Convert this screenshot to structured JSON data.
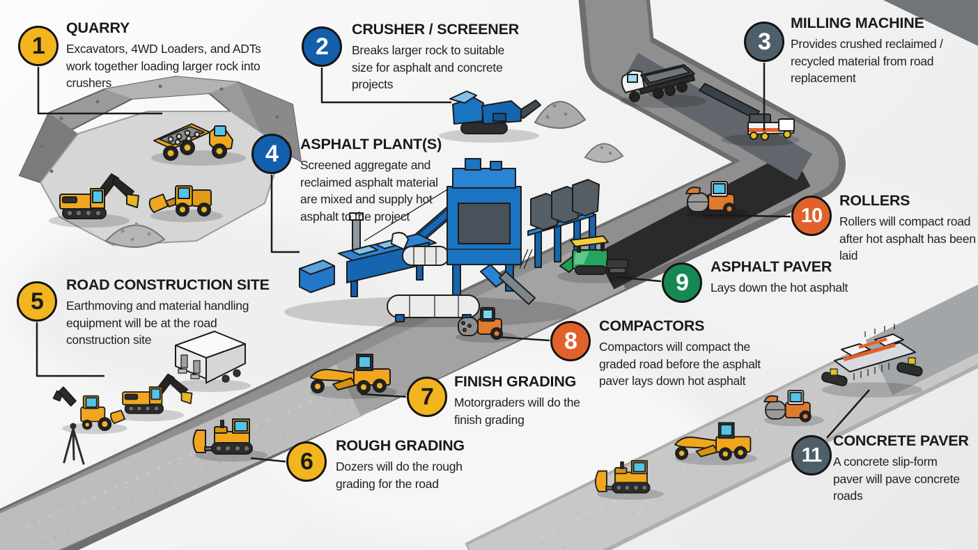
{
  "figure": {
    "alt": "Road construction process infographic showing eleven numbered steps from quarry to concrete paving"
  },
  "colors": {
    "badge_yellow": "#F2B51D",
    "badge_blue": "#135FAC",
    "badge_slate": "#4E5F6A",
    "badge_orange": "#E0622A",
    "badge_green": "#168851",
    "badge_number_dark": "#1A1A1A",
    "badge_number_light": "#FFFFFF",
    "leader_line": "#1A1A1A",
    "fresh_asphalt": "#2A2A2A",
    "road_gray": "#8F8F8F",
    "machine_yellow": "#F0A71F",
    "machine_blue": "#1B74C2",
    "machine_orange": "#E07A2E",
    "machine_green": "#23A55C"
  },
  "callouts": [
    {
      "number": "1",
      "title": "QUARRY",
      "description": "Excavators, 4WD Loaders, and ADTs work together loading larger rock into crushers",
      "badge_color": "#F2B51D",
      "number_color": "#1A1A1A"
    },
    {
      "number": "2",
      "title": "CRUSHER / SCREENER",
      "description": "Breaks larger rock to suitable size for asphalt and concrete projects",
      "badge_color": "#135FAC",
      "number_color": "#FFFFFF"
    },
    {
      "number": "3",
      "title": "MILLING MACHINE",
      "description": "Provides crushed reclaimed / recycled material from road replacement",
      "badge_color": "#4E5F6A",
      "number_color": "#FFFFFF"
    },
    {
      "number": "4",
      "title": "ASPHALT PLANT(S)",
      "description": "Screened aggregate and reclaimed asphalt material are mixed and supply hot asphalt to the project",
      "badge_color": "#135FAC",
      "number_color": "#FFFFFF"
    },
    {
      "number": "5",
      "title": "ROAD CONSTRUCTION SITE",
      "description": "Earthmoving and material handling equipment will be at the road construction site",
      "badge_color": "#F2B51D",
      "number_color": "#1A1A1A"
    },
    {
      "number": "6",
      "title": "ROUGH GRADING",
      "description": "Dozers will do the rough grading for the road",
      "badge_color": "#F2B51D",
      "number_color": "#1A1A1A"
    },
    {
      "number": "7",
      "title": "FINISH GRADING",
      "description": "Motorgraders will do the finish grading",
      "badge_color": "#F2B51D",
      "number_color": "#1A1A1A"
    },
    {
      "number": "8",
      "title": "COMPACTORS",
      "description": "Compactors will compact the graded road before the asphalt paver lays down hot asphalt",
      "badge_color": "#E0622A",
      "number_color": "#FFFFFF"
    },
    {
      "number": "9",
      "title": "ASPHALT PAVER",
      "description": "Lays down the hot asphalt",
      "badge_color": "#168851",
      "number_color": "#FFFFFF"
    },
    {
      "number": "10",
      "title": "ROLLERS",
      "description": "Rollers will compact road after hot asphalt has been laid",
      "badge_color": "#E0622A",
      "number_color": "#FFFFFF"
    },
    {
      "number": "11",
      "title": "CONCRETE PAVER",
      "description": "A concrete slip-form paver will pave concrete roads",
      "badge_color": "#4E5F6A",
      "number_color": "#FFFFFF"
    }
  ],
  "scene_elements": [
    "quarry-rocks",
    "quarry-excavator",
    "articulated-dump-truck",
    "wheel-loader",
    "gravel-pile",
    "crusher-screener",
    "dump-truck",
    "milling-machine",
    "asphalt-plant",
    "site-excavator",
    "office-trailer",
    "backhoe-loader",
    "survey-tripod",
    "dozer",
    "motorgrader",
    "compactor",
    "asphalt-paver",
    "roller",
    "concrete-paver",
    "main-road",
    "fresh-asphalt-strip",
    "concrete-road"
  ]
}
